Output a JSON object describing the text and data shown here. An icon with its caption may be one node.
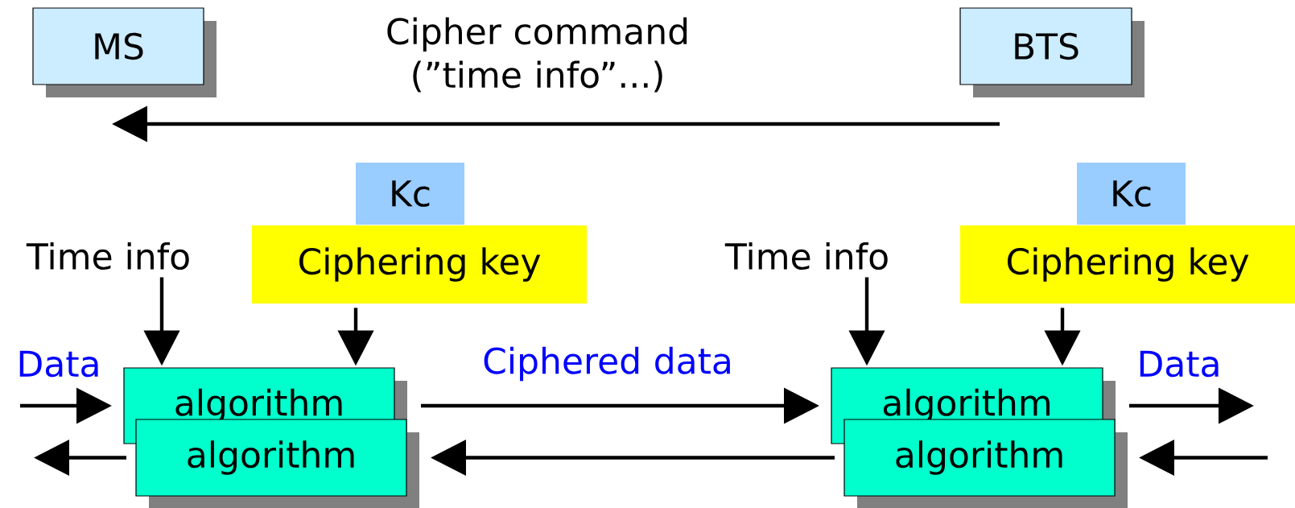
{
  "diagram": {
    "nodes": [
      {
        "text": [
          "MS"
        ]
      },
      {
        "text": [
          "BTS"
        ]
      },
      {
        "text": [
          "Kc"
        ]
      },
      {
        "text": [
          "Ciphering key"
        ]
      },
      {
        "text": [
          "Time info"
        ]
      },
      {
        "text": [
          "algorithm"
        ]
      },
      {
        "text": [
          "algorithm"
        ]
      },
      {
        "text": [
          "Kc"
        ]
      },
      {
        "text": [
          "Ciphering key"
        ]
      },
      {
        "text": [
          "Time info"
        ]
      },
      {
        "text": [
          "algorithm"
        ]
      },
      {
        "text": [
          "algorithm"
        ]
      }
    ],
    "edges": [
      {
        "from": 1,
        "to": 0,
        "arrow": "to",
        "label": "Cipher command (”time info”...)"
      },
      {
        "from": 4,
        "to": 5,
        "arrow": "to"
      },
      {
        "from": 3,
        "to": 5,
        "arrow": "to"
      },
      {
        "from": null,
        "to": 5,
        "arrow": "to",
        "label": "Data"
      },
      {
        "from": 5,
        "to": 10,
        "arrow": "to",
        "label": "Ciphered data"
      },
      {
        "from": 9,
        "to": 10,
        "arrow": "to"
      },
      {
        "from": 8,
        "to": 10,
        "arrow": "to"
      },
      {
        "from": 10,
        "to": null,
        "arrow": "to",
        "label": "Data"
      },
      {
        "from": null,
        "to": 11,
        "arrow": "to"
      },
      {
        "from": 11,
        "to": 6,
        "arrow": "to"
      },
      {
        "from": 6,
        "to": null,
        "arrow": "to"
      }
    ]
  }
}
